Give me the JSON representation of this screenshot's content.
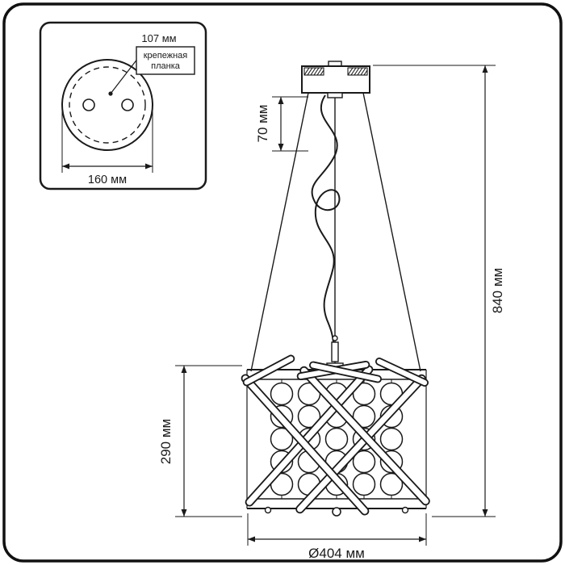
{
  "drawing": {
    "inset": {
      "hole_spacing_label": "107 мм",
      "plate_note_line1": "крепежная",
      "plate_note_line2": "планка",
      "plate_width_label": "160 мм"
    },
    "dimensions": {
      "suspension_drop": "70 мм",
      "overall_height": "840 мм",
      "shade_height": "290 мм",
      "shade_diameter": "Ø404 мм"
    }
  }
}
